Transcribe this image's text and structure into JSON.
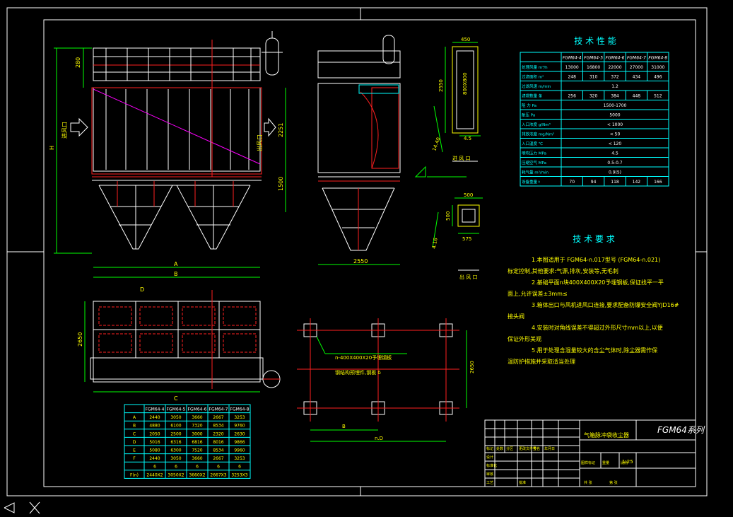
{
  "colors": {
    "background": "#000000",
    "border": "#ffffff",
    "outline": "#ffffff",
    "frame": "#ff2020",
    "hatch": "#00c8c8",
    "cyan": "#00ffff",
    "green": "#00ff00",
    "yellow": "#ffff00",
    "magenta": "#ff00ff",
    "blue": "#2f6bff"
  },
  "views": {
    "front_dim_top": "280",
    "front_dim_mid": "2251",
    "front_dim_low": "1500",
    "front_dim_h": "H",
    "front_dim_a": "A",
    "front_dim_b": "B",
    "inlet_label": "进风口",
    "outlet_label": "出风口",
    "side_dim_bottom": "2550",
    "bottom_dim_c": "C",
    "bottom_dim_d": "D",
    "plan_dim_side": "2650"
  },
  "detail": {
    "top_dim": "450",
    "side_dim": "2550",
    "inner_dim": "800X800",
    "diag_dim": "14.40",
    "bot_dim": "4.5",
    "view_label": "进 风 口",
    "lower_dim_top": "500",
    "lower_dim_side": "500",
    "lower_dim_bot": "575",
    "lower_dim_left": "4.16",
    "lower_label": "出 风 口"
  },
  "foundation": {
    "callout": "n-400X400X20予埋钢板",
    "note": "钢结构预埋件,钢板 δ",
    "dim_x": "B",
    "dim_total": "n.D",
    "dim_side": "2650"
  },
  "performance": {
    "title": "技 术 性 能",
    "models": [
      "FGM64-4",
      "FGM64-5",
      "FGM64-6",
      "FGM64-7",
      "FGM64-8"
    ],
    "rows": [
      {
        "label": "处理风量 m³/h",
        "vals": [
          "13000",
          "16800",
          "22000",
          "27000",
          "31000"
        ]
      },
      {
        "label": "过滤面积 m²",
        "vals": [
          "248",
          "310",
          "372",
          "434",
          "496"
        ]
      },
      {
        "label": "过滤风速 m/min",
        "vals": [
          "",
          "",
          "1.2",
          "",
          ""
        ]
      },
      {
        "label": "滤袋数量 条",
        "vals": [
          "256",
          "320",
          "384",
          "448",
          "512"
        ]
      },
      {
        "label": "阻 力 Pa",
        "vals": [
          "",
          "",
          "1500-1700",
          "",
          ""
        ]
      },
      {
        "label": "耐压 Pa",
        "vals": [
          "",
          "",
          "5000",
          "",
          ""
        ]
      },
      {
        "label": "入口浓度 g/Nm³",
        "vals": [
          "",
          "",
          "< 1000",
          "",
          ""
        ]
      },
      {
        "label": "排放浓度 mg/Nm³",
        "vals": [
          "",
          "",
          "< 50",
          "",
          ""
        ]
      },
      {
        "label": "入口温度 ℃",
        "vals": [
          "",
          "",
          "< 120",
          "",
          ""
        ]
      },
      {
        "label": "喷吹压力 MPa",
        "vals": [
          "",
          "",
          "4.5",
          "",
          ""
        ]
      },
      {
        "label": "压缩空气 MPa",
        "vals": [
          "",
          "",
          "0.5-0.7",
          "",
          ""
        ]
      },
      {
        "label": "耗气量 m³/min",
        "vals": [
          "",
          "",
          "0.9(5)",
          "",
          ""
        ]
      },
      {
        "label": "设备重量 t",
        "vals": [
          "70",
          "94",
          "118",
          "142",
          "166"
        ]
      }
    ]
  },
  "requirements": {
    "title": "技 术 要 求",
    "lines": [
      "1.本图适用于 FGM64-n.017型号 (FGM64-n.021)",
      "标定控制,其他要求:气源,排灰,安装等,无毛刺",
      "2.基础平面n块400X400X20予埋钢板,保证找平一平",
      "面上,允许误差±3mm≤",
      "3.箱体出口与风机进风口连接,要求配备防爆安全阀YJD16#",
      "接头阀",
      "4.安装时对角线误差不得超过外形尺寸mm以上,以便",
      "保证外形美观",
      "5.用于处理含湿量较大的含尘气体时,除尘器需作保",
      "温防护措施并采取适当处理"
    ]
  },
  "dims_table": {
    "headers": [
      "",
      "FGM64-4",
      "FGM64-5",
      "FGM64-6",
      "FGM64-7",
      "FGM64-8"
    ],
    "rows": [
      [
        "A",
        "2440",
        "3050",
        "3660",
        "2667",
        "3253"
      ],
      [
        "B",
        "4880",
        "6100",
        "7320",
        "8534",
        "9760"
      ],
      [
        "C",
        "2050",
        "2500",
        "3000",
        "2320",
        "2630"
      ],
      [
        "D",
        "5016",
        "6316",
        "6816",
        "8016",
        "9866"
      ],
      [
        "E",
        "5080",
        "6300",
        "7520",
        "8534",
        "9960"
      ],
      [
        "F",
        "2440",
        "3050",
        "3660",
        "2667",
        "3253"
      ],
      [
        "",
        "6",
        "6",
        "6",
        "6",
        "6"
      ],
      [
        "F(n)",
        "2440X2",
        "3050X2",
        "3660X2",
        "2667X3",
        "3253X3"
      ]
    ]
  },
  "title_block": {
    "series": "FGM64系列",
    "name": "气箱脉冲袋收尘器",
    "labels": [
      "标记",
      "处数",
      "分区",
      "更改文件号",
      "签名",
      "年月日",
      "设计",
      "标准化",
      "审核",
      "工艺",
      "批准",
      "图样标记",
      "重量",
      "比例",
      "共 张",
      "第 张"
    ],
    "scale": "1:25"
  }
}
